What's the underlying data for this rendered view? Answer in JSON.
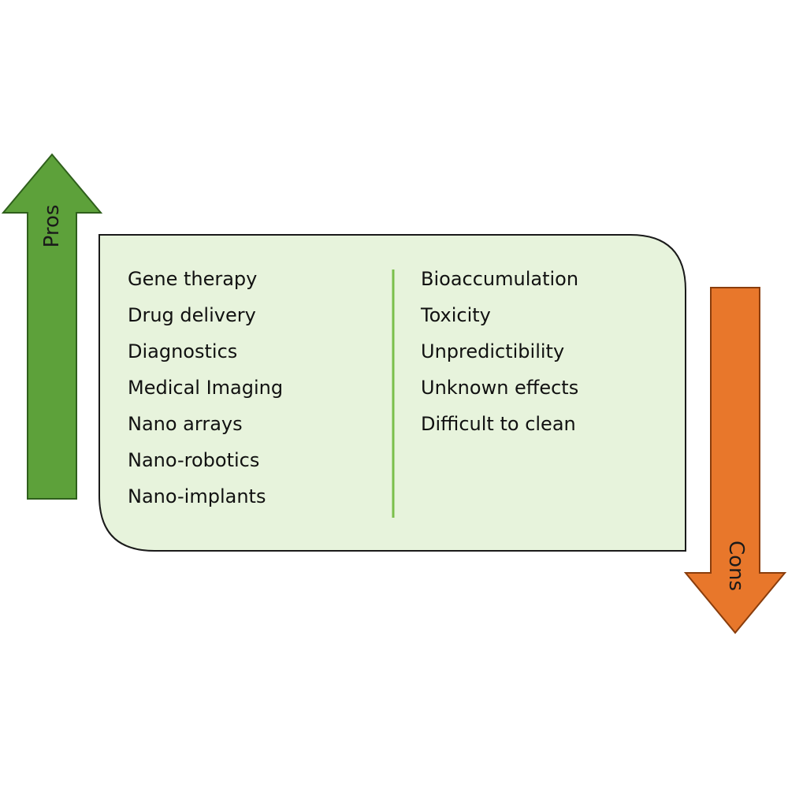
{
  "arrows": {
    "pros_label": "Pros",
    "cons_label": "Cons",
    "pros_color": "#5da13a",
    "cons_color": "#e8772b"
  },
  "panel": {
    "fill_color": "#e7f3dc",
    "divider_color": "#7bbf4b",
    "pros": [
      "Gene therapy",
      "Drug delivery",
      "Diagnostics",
      "Medical Imaging",
      "Nano arrays",
      "Nano-robotics",
      "Nano-implants"
    ],
    "cons": [
      "Bioaccumulation",
      "Toxicity",
      "Unpredictibility",
      "Unknown effects",
      "Difficult to clean"
    ]
  }
}
